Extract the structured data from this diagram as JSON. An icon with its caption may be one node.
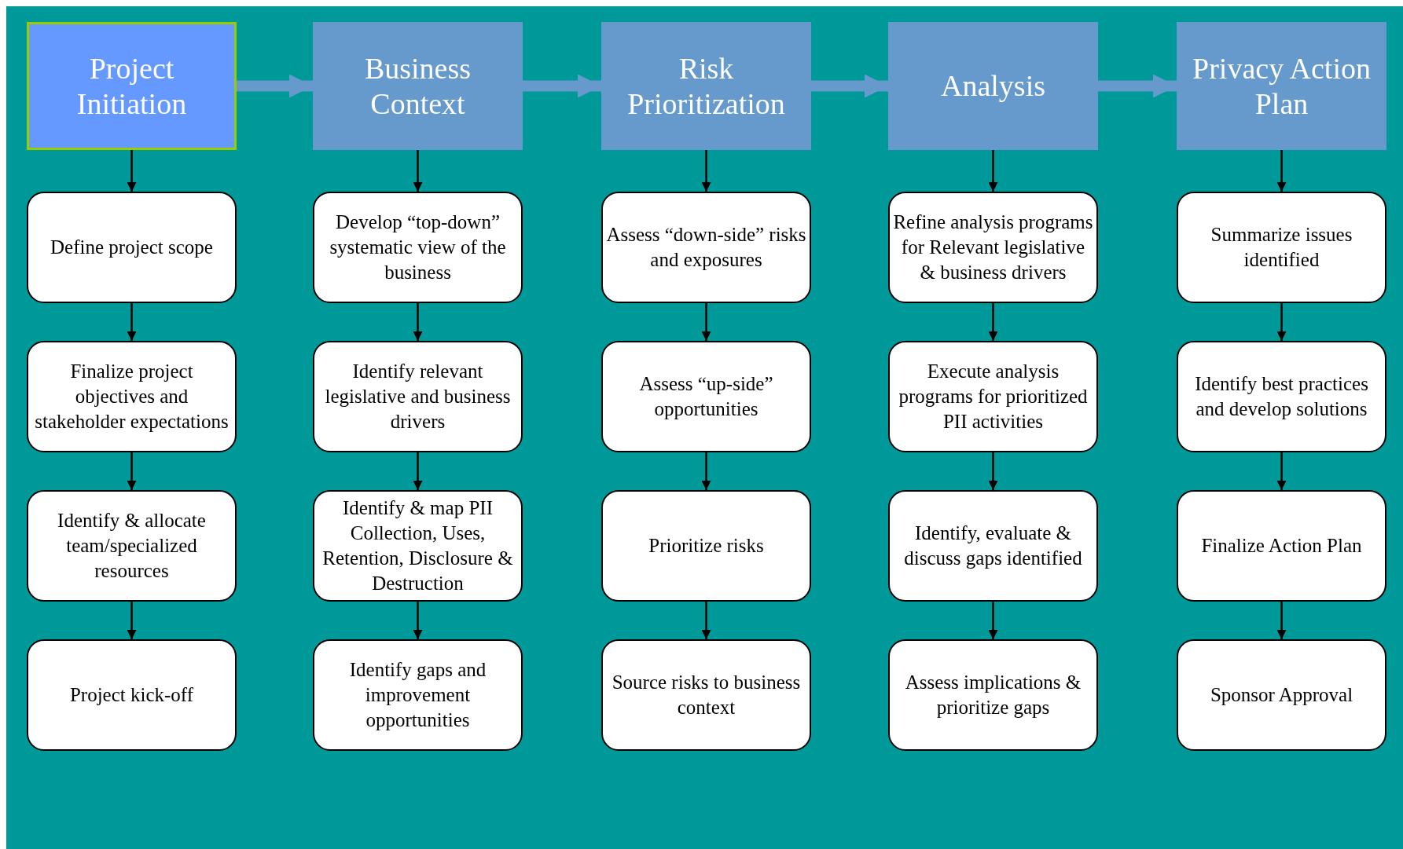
{
  "diagram": {
    "nodes": [
      {
        "text": [
          "Project Initiation"
        ]
      },
      {
        "text": [
          "Define project scope"
        ]
      },
      {
        "text": [
          "Finalize project objectives and stakeholder expectations"
        ]
      },
      {
        "text": [
          "Identify & allocate team/specialized resources"
        ]
      },
      {
        "text": [
          "Project kick-off"
        ]
      },
      {
        "text": [
          "Business Context"
        ]
      },
      {
        "text": [
          "Develop “top-down” systematic view of the business"
        ]
      },
      {
        "text": [
          "Identify relevant legislative and business drivers"
        ]
      },
      {
        "text": [
          "Identify & map PII Collection, Uses, Retention, Disclosure & Destruction"
        ]
      },
      {
        "text": [
          "Identify gaps and improvement opportunities"
        ]
      },
      {
        "text": [
          "Risk Prioritization"
        ]
      },
      {
        "text": [
          "Assess “down-side” risks and exposures"
        ]
      },
      {
        "text": [
          "Assess “up-side” opportunities"
        ]
      },
      {
        "text": [
          "Prioritize risks"
        ]
      },
      {
        "text": [
          "Source risks to business context"
        ]
      },
      {
        "text": [
          "Analysis"
        ]
      },
      {
        "text": [
          "Refine analysis programs for Relevant legislative & business drivers"
        ]
      },
      {
        "text": [
          "Execute analysis programs for prioritized PII activities"
        ]
      },
      {
        "text": [
          "Identify, evaluate & discuss gaps identified"
        ]
      },
      {
        "text": [
          "Assess implications & prioritize gaps"
        ]
      },
      {
        "text": [
          "Privacy Action Plan"
        ]
      },
      {
        "text": [
          "Summarize issues identified"
        ]
      },
      {
        "text": [
          "Identify best practices and develop solutions"
        ]
      },
      {
        "text": [
          "Finalize Action Plan"
        ]
      },
      {
        "text": [
          "Sponsor Approval"
        ]
      }
    ],
    "edges": [
      {
        "from": 0,
        "to": 5,
        "arrow": "to",
        "style": "thick",
        "color": "#6699cc"
      },
      {
        "from": 5,
        "to": 10,
        "arrow": "to",
        "style": "thick",
        "color": "#6699cc"
      },
      {
        "from": 10,
        "to": 15,
        "arrow": "to",
        "style": "thick",
        "color": "#6699cc"
      },
      {
        "from": 15,
        "to": 20,
        "arrow": "to",
        "style": "thick",
        "color": "#6699cc"
      },
      {
        "from": 0,
        "to": 1,
        "arrow": "to"
      },
      {
        "from": 1,
        "to": 2,
        "arrow": "to"
      },
      {
        "from": 2,
        "to": 3,
        "arrow": "to"
      },
      {
        "from": 3,
        "to": 4,
        "arrow": "to"
      },
      {
        "from": 5,
        "to": 6,
        "arrow": "to"
      },
      {
        "from": 6,
        "to": 7,
        "arrow": "to"
      },
      {
        "from": 7,
        "to": 8,
        "arrow": "to"
      },
      {
        "from": 8,
        "to": 9,
        "arrow": "to"
      },
      {
        "from": 10,
        "to": 11,
        "arrow": "to"
      },
      {
        "from": 11,
        "to": 12,
        "arrow": "to"
      },
      {
        "from": 12,
        "to": 13,
        "arrow": "to"
      },
      {
        "from": 13,
        "to": 14,
        "arrow": "to"
      },
      {
        "from": 15,
        "to": 16,
        "arrow": "to"
      },
      {
        "from": 16,
        "to": 17,
        "arrow": "to"
      },
      {
        "from": 17,
        "to": 18,
        "arrow": "to"
      },
      {
        "from": 18,
        "to": 19,
        "arrow": "to"
      },
      {
        "from": 20,
        "to": 21,
        "arrow": "to"
      },
      {
        "from": 21,
        "to": 22,
        "arrow": "to"
      },
      {
        "from": 22,
        "to": 23,
        "arrow": "to"
      },
      {
        "from": 23,
        "to": 24,
        "arrow": "to"
      }
    ]
  }
}
